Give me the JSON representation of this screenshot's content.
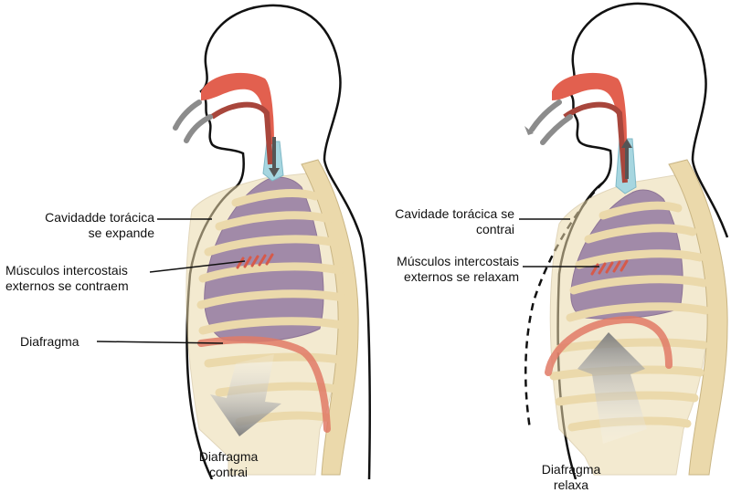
{
  "left_panel": {
    "cavity_line1": "Cavidadde torácica",
    "cavity_line2": "se expande",
    "muscles_line1": "Músculos intercostais",
    "muscles_line2": "externos se contraem",
    "diaphragm_label": "Diafragma",
    "diaphragm_action_line1": "Diafragma",
    "diaphragm_action_line2": "contrai"
  },
  "right_panel": {
    "cavity_line1": "Cavidade torácica se",
    "cavity_line2": "contrai",
    "muscles_line1": "Músculos intercostais",
    "muscles_line2": "externos se relaxam",
    "diaphragm_action_line1": "Diafragma",
    "diaphragm_action_line2": "relaxa"
  },
  "colors": {
    "outline": "#111111",
    "airway": "#e2604f",
    "airway_dark": "#a8463c",
    "trachea": "#a6d6e0",
    "lung": "#a18aa8",
    "bone": "#ebd9ab",
    "bone_edge": "#c9b584",
    "muscle": "#e07a66",
    "arrow": "#8c8c8c"
  }
}
